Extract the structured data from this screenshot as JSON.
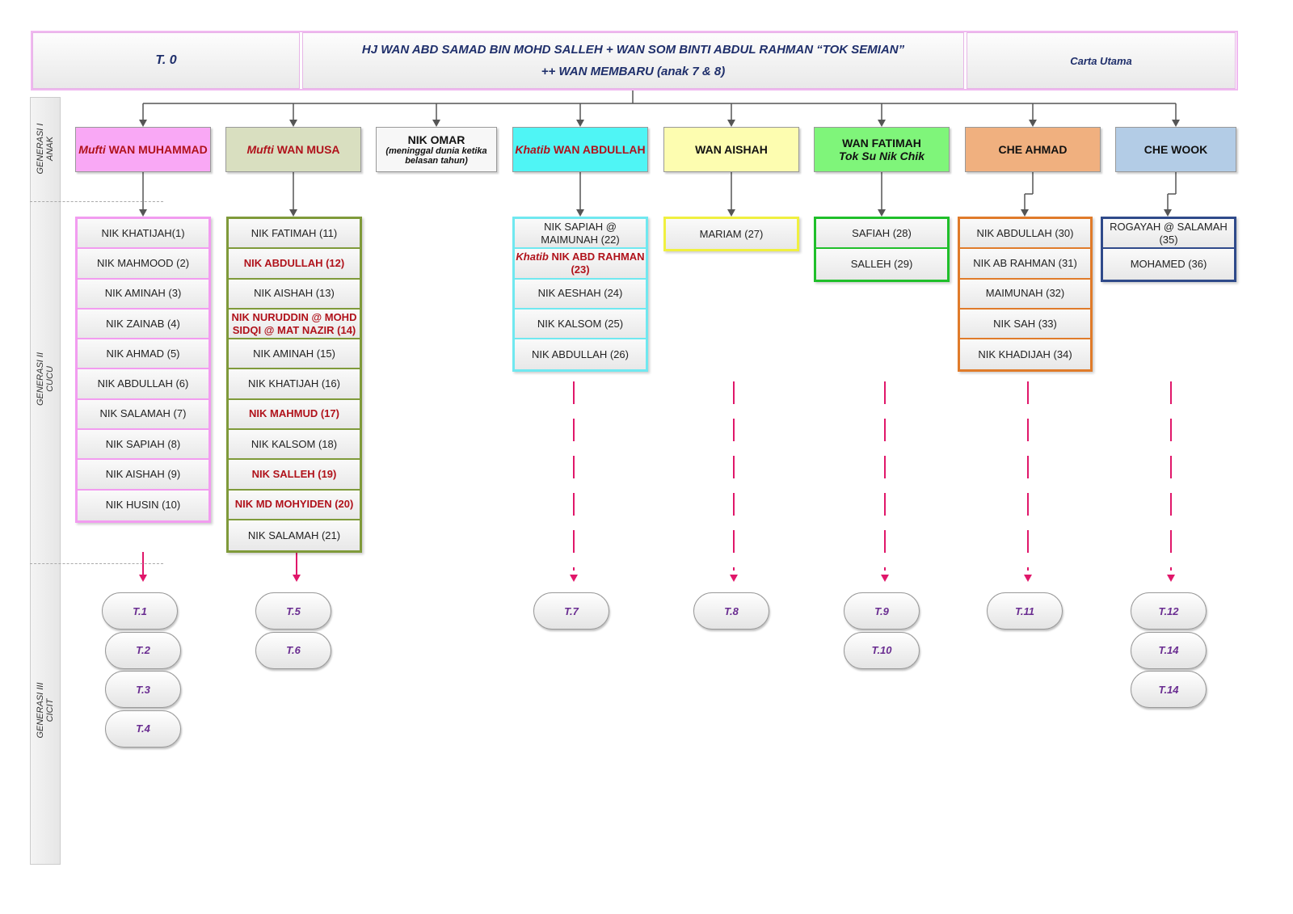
{
  "header": {
    "left": "T. 0",
    "title_line1": "HJ WAN ABD SAMAD BIN MOHD SALLEH  +  WAN SOM BINTI ABDUL RAHMAN “TOK SEMIAN”",
    "title_line2": "++  WAN MEMBARU (anak 7 & 8)",
    "right": "Carta Utama"
  },
  "generations": [
    {
      "line1": "GENERASI I",
      "line2": "ANAK"
    },
    {
      "line1": "GENERASI II",
      "line2": "CUCU"
    },
    {
      "line1": "GENERASI III",
      "line2": "CICIT"
    }
  ],
  "children": [
    {
      "prefix": "Mufti",
      "name": "WAN MUHAMMAD",
      "sub": "",
      "color": "#f9a8f5",
      "border": "#f29cf0",
      "grandchildren": [
        {
          "name": "NIK KHATIJAH(1)"
        },
        {
          "name": "NIK MAHMOOD (2)"
        },
        {
          "name": "NIK AMINAH (3)"
        },
        {
          "name": "NIK ZAINAB (4)"
        },
        {
          "name": "NIK AHMAD (5)"
        },
        {
          "name": "NIK ABDULLAH (6)"
        },
        {
          "name": "NIK SALAMAH (7)"
        },
        {
          "name": "NIK SAPIAH (8)"
        },
        {
          "name": "NIK AISHAH (9)"
        },
        {
          "name": "NIK HUSIN (10)"
        }
      ],
      "great_grandchildren": [
        "T.1",
        "T.2",
        "T.3",
        "T.4"
      ]
    },
    {
      "prefix": "Mufti",
      "name": "WAN MUSA",
      "sub": "",
      "color": "#d9dfc0",
      "border": "#7f9a3a",
      "grandchildren": [
        {
          "name": "NIK FATIMAH (11)"
        },
        {
          "name": "NIK ABDULLAH  (12)",
          "red": true
        },
        {
          "name": "NIK AISHAH (13)"
        },
        {
          "name": "NIK NURUDDIN @ MOHD SIDQI @ MAT NAZIR  (14)",
          "red": true
        },
        {
          "name": "NIK AMINAH (15)"
        },
        {
          "name": "NIK KHATIJAH (16)"
        },
        {
          "name": "NIK MAHMUD (17)",
          "red": true
        },
        {
          "name": "NIK KALSOM (18)"
        },
        {
          "name": "NIK SALLEH (19)",
          "red": true
        },
        {
          "name": "NIK MD MOHYIDEN (20)",
          "red": true
        },
        {
          "name": "NIK SALAMAH (21)"
        }
      ],
      "great_grandchildren": [
        "T.5",
        "T.6"
      ]
    },
    {
      "prefix": "",
      "name": "NIK OMAR",
      "sub": "(meninggal dunia ketika belasan tahun)",
      "color": "#f7f7f7",
      "border": "#999",
      "grandchildren": [],
      "great_grandchildren": []
    },
    {
      "prefix": "Khatib",
      "name": "WAN ABDULLAH",
      "sub": "",
      "color": "#4ff5f5",
      "border": "#70e8f0",
      "grandchildren": [
        {
          "name": "NIK SAPIAH @ MAIMUNAH (22)"
        },
        {
          "prefix": "Khatib",
          "name": "NIK ABD RAHMAN (23)",
          "red": true
        },
        {
          "name": "NIK AESHAH (24)"
        },
        {
          "name": "NIK KALSOM (25)"
        },
        {
          "name": "NIK ABDULLAH (26)"
        }
      ],
      "great_grandchildren": [
        "T.7"
      ]
    },
    {
      "prefix": "",
      "name": "WAN AISHAH",
      "sub": "",
      "color": "#fdfdb0",
      "border": "#f0f040",
      "grandchildren": [
        {
          "name": "MARIAM (27)"
        }
      ],
      "great_grandchildren": [
        "T.8"
      ]
    },
    {
      "prefix": "",
      "name": "WAN FATIMAH",
      "sub": "Tok Su Nik Chik",
      "color": "#7ff57a",
      "border": "#1fbf2a",
      "grandchildren": [
        {
          "name": "SAFIAH (28)"
        },
        {
          "name": "SALLEH (29)"
        }
      ],
      "great_grandchildren": [
        "T.9",
        "T.10"
      ]
    },
    {
      "prefix": "",
      "name": "CHE AHMAD",
      "sub": "",
      "color": "#f0b07f",
      "border": "#e07b2a",
      "grandchildren": [
        {
          "name": "NIK ABDULLAH (30)"
        },
        {
          "name": "NIK AB RAHMAN (31)"
        },
        {
          "name": "MAIMUNAH (32)"
        },
        {
          "name": "NIK SAH (33)"
        },
        {
          "name": "NIK KHADIJAH (34)"
        }
      ],
      "great_grandchildren": [
        "T.11"
      ]
    },
    {
      "prefix": "",
      "name": "CHE WOOK",
      "sub": "",
      "color": "#b3cce6",
      "border": "#2f4a8a",
      "grandchildren": [
        {
          "name": "ROGAYAH @ SALAMAH (35)"
        },
        {
          "name": "MOHAMED (36)"
        }
      ],
      "great_grandchildren": [
        "T.12",
        "T.14",
        "T.14"
      ]
    }
  ]
}
